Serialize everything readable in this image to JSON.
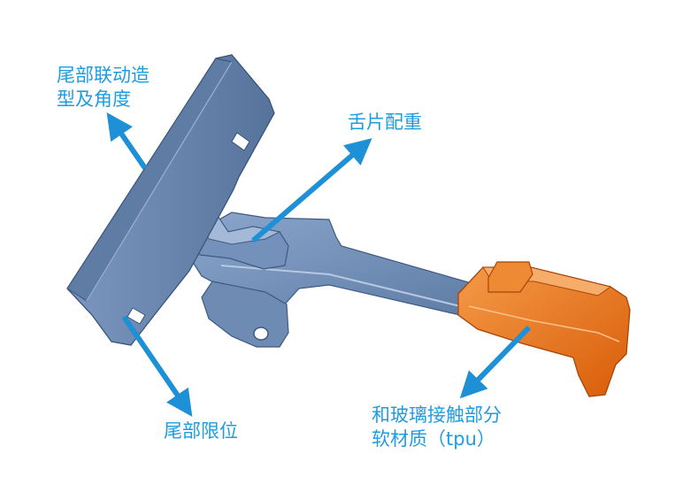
{
  "labels": {
    "tail_linkage": "尾部联动造\n型及角度",
    "tongue_weight": "舌片配重",
    "tail_limit": "尾部限位",
    "glass_contact": "和玻璃接触部分\n软材质（tpu）"
  },
  "colors": {
    "label_text": "#1f9ce0",
    "arrow": "#1e90d6",
    "part_blue": "#6f8fb8",
    "part_blue_dark": "#4f6c93",
    "part_blue_light": "#9bb3d3",
    "tpu_orange": "#e36a10",
    "tpu_orange_light": "#f39a4a"
  }
}
